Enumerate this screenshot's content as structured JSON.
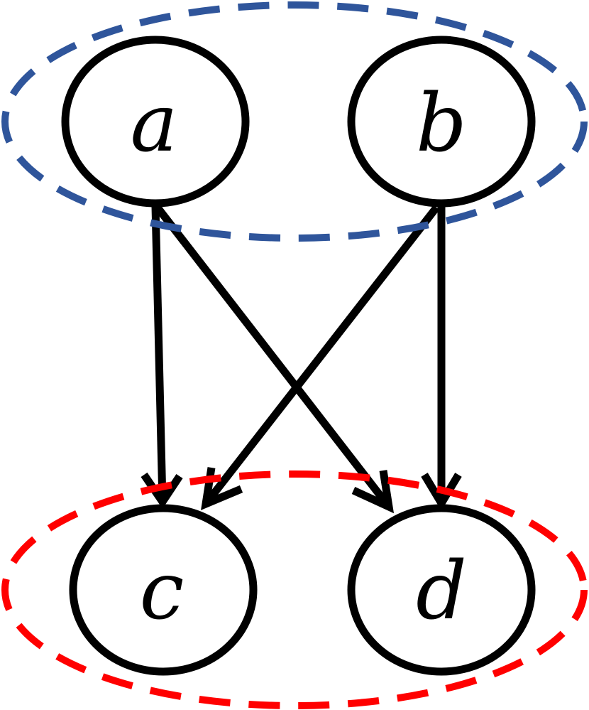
{
  "colors": {
    "background": "#ffffff",
    "node_stroke": "#000000",
    "edge": "#000000",
    "top_group": "#2F559B",
    "bottom_group": "#FF0000"
  },
  "nodes": [
    {
      "id": "a",
      "label": "a"
    },
    {
      "id": "b",
      "label": "b"
    },
    {
      "id": "c",
      "label": "c"
    },
    {
      "id": "d",
      "label": "d"
    }
  ],
  "edges": [
    {
      "from": "a",
      "to": "c"
    },
    {
      "from": "a",
      "to": "d"
    },
    {
      "from": "b",
      "to": "c"
    },
    {
      "from": "b",
      "to": "d"
    }
  ],
  "groups": [
    {
      "id": "top",
      "members": [
        "a",
        "b"
      ],
      "style": "dashed"
    },
    {
      "id": "bottom",
      "members": [
        "c",
        "d"
      ],
      "style": "dashed"
    }
  ]
}
